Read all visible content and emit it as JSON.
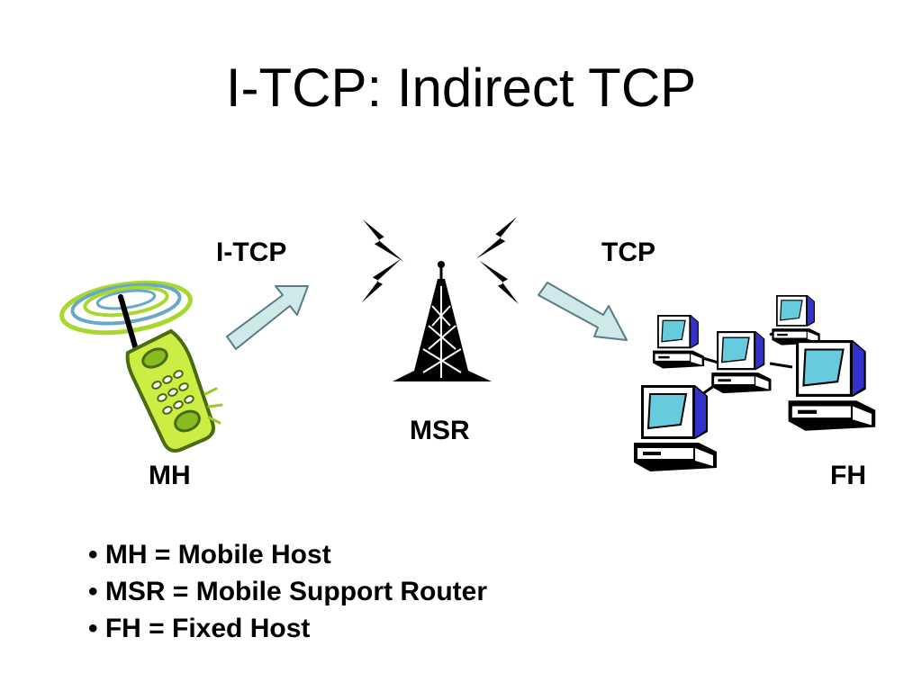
{
  "title": "I-TCP: Indirect TCP",
  "labels": {
    "itcp": "I-TCP",
    "tcp": "TCP",
    "msr": "MSR",
    "mh": "MH",
    "fh": "FH"
  },
  "legend": [
    "MH = Mobile Host",
    "MSR = Mobile Support Router",
    "FH = Fixed Host"
  ],
  "icons": [
    "mobile-phone-icon",
    "radio-tower-icon",
    "lightning-bolt-icon",
    "desktop-computer-icon",
    "arrow-icon"
  ],
  "colors": {
    "phone_body": "#ccee44",
    "phone_outline": "#5a7d1a",
    "arrow_fill": "#cfe8ea",
    "monitor_screen": "#66ccdd",
    "monitor_side": "#3333cc"
  }
}
